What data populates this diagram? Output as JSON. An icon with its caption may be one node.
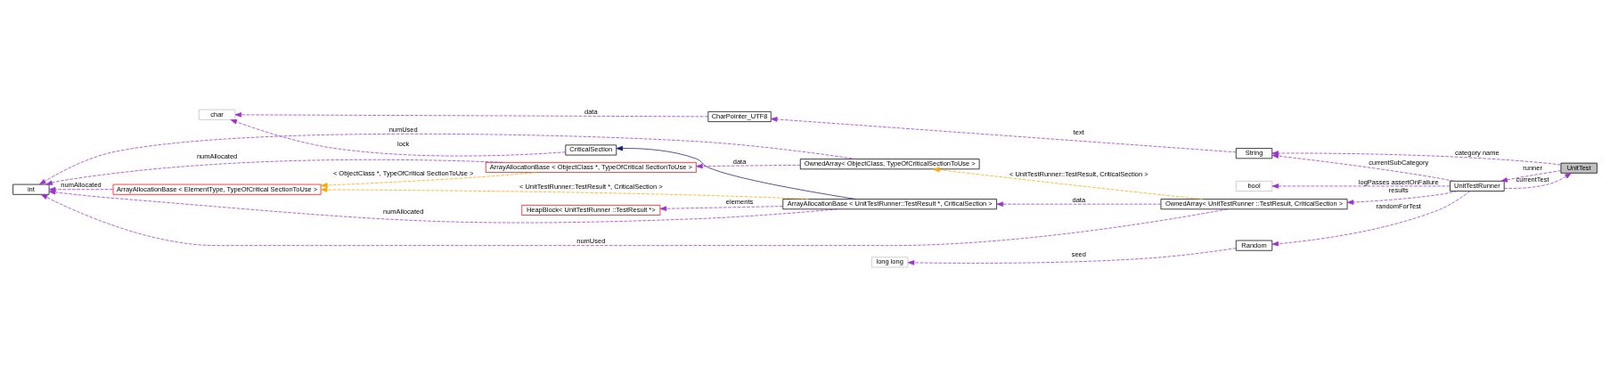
{
  "diagram": {
    "nodes": [
      {
        "text": [
          "char"
        ]
      },
      {
        "text": [
          "CharPointer_UTF8"
        ]
      },
      {
        "text": [
          "CriticalSection"
        ]
      },
      {
        "text": [
          "String"
        ]
      },
      {
        "text": [
          "UnitTest"
        ]
      },
      {
        "text": [
          "HeapBlock< UnitTestRunner ::TestResult *>"
        ]
      },
      {
        "text": [
          "ArrayAllocationBase < UnitTestRunner::TestResult *, CriticalSection >"
        ]
      },
      {
        "text": [
          "long long"
        ]
      },
      {
        "text": [
          "Random"
        ]
      },
      {
        "text": [
          "UnitTestRunner"
        ]
      },
      {
        "text": [
          "bool"
        ]
      },
      {
        "text": [
          "int"
        ]
      },
      {
        "text": [
          "ArrayAllocationBase < ElementType, TypeOfCritical SectionToUse >"
        ]
      },
      {
        "text": [
          "OwnedArray< UnitTestRunner ::TestResult, CriticalSection >"
        ]
      },
      {
        "text": [
          "ArrayAllocationBase < ObjectClass *, TypeOfCritical SectionToUse >"
        ]
      },
      {
        "text": [
          "OwnedArray< ObjectClass, TypeOfCriticalSectionToUse >"
        ]
      }
    ],
    "edges": [
      {
        "from": 1,
        "to": 0,
        "arrow": "to",
        "label": "data",
        "style": "dashed"
      },
      {
        "from": 2,
        "to": 0,
        "arrow": "to",
        "label": "lock",
        "style": "dashed"
      },
      {
        "from": 3,
        "to": 1,
        "arrow": "to",
        "label": "text",
        "style": "dashed"
      },
      {
        "from": 4,
        "to": 3,
        "arrow": "to",
        "label": "category name",
        "style": "dashed"
      },
      {
        "from": 9,
        "to": 3,
        "arrow": "to",
        "label": "currentSubCategory",
        "style": "dashed"
      },
      {
        "from": 9,
        "to": 4,
        "arrow": "to",
        "label": "currentTest",
        "style": "dashed"
      },
      {
        "from": 4,
        "to": 9,
        "arrow": "to",
        "label": "runner",
        "style": "dashed"
      },
      {
        "from": 6,
        "to": 2,
        "arrow": "to",
        "color": "#191970"
      },
      {
        "from": 6,
        "to": 11,
        "arrow": "to",
        "label": "numAllocated",
        "style": "dashed"
      },
      {
        "from": 6,
        "to": 5,
        "arrow": "to",
        "label": "elements",
        "style": "dashed"
      },
      {
        "from": 6,
        "to": 12,
        "arrow": "to",
        "label": "< UnitTestRunner::TestResult *, CriticalSection >",
        "style": "dashed",
        "color": "#ffa500"
      },
      {
        "from": 8,
        "to": 7,
        "arrow": "to",
        "label": "seed",
        "style": "dashed"
      },
      {
        "from": 9,
        "to": 8,
        "arrow": "to",
        "label": "randomForTest",
        "style": "dashed"
      },
      {
        "from": 9,
        "to": 10,
        "arrow": "to",
        "label": "logPasses assertOnFailure",
        "style": "dashed"
      },
      {
        "from": 9,
        "to": 13,
        "arrow": "to",
        "label": "results",
        "style": "dashed"
      },
      {
        "from": 13,
        "to": 6,
        "arrow": "to",
        "label": "data",
        "style": "dashed"
      },
      {
        "from": 13,
        "to": 11,
        "arrow": "to",
        "label": "numUsed",
        "style": "dashed"
      },
      {
        "from": 13,
        "to": 15,
        "arrow": "to",
        "label": "< UnitTestRunner::TestResult, CriticalSection >",
        "style": "dashed",
        "color": "#ffa500"
      },
      {
        "from": 12,
        "to": 11,
        "arrow": "to",
        "label": "numAllocated",
        "style": "dashed"
      },
      {
        "from": 14,
        "to": 12,
        "arrow": "to",
        "label": "< ObjectClass *, TypeOfCritical SectionToUse >",
        "style": "dashed",
        "color": "#ffa500"
      },
      {
        "from": 14,
        "to": 11,
        "arrow": "to",
        "label": "numAllocated",
        "style": "dashed"
      },
      {
        "from": 15,
        "to": 14,
        "arrow": "to",
        "label": "data",
        "style": "dashed"
      },
      {
        "from": 15,
        "to": 11,
        "arrow": "to",
        "label": "numUsed",
        "style": "dashed"
      }
    ]
  }
}
